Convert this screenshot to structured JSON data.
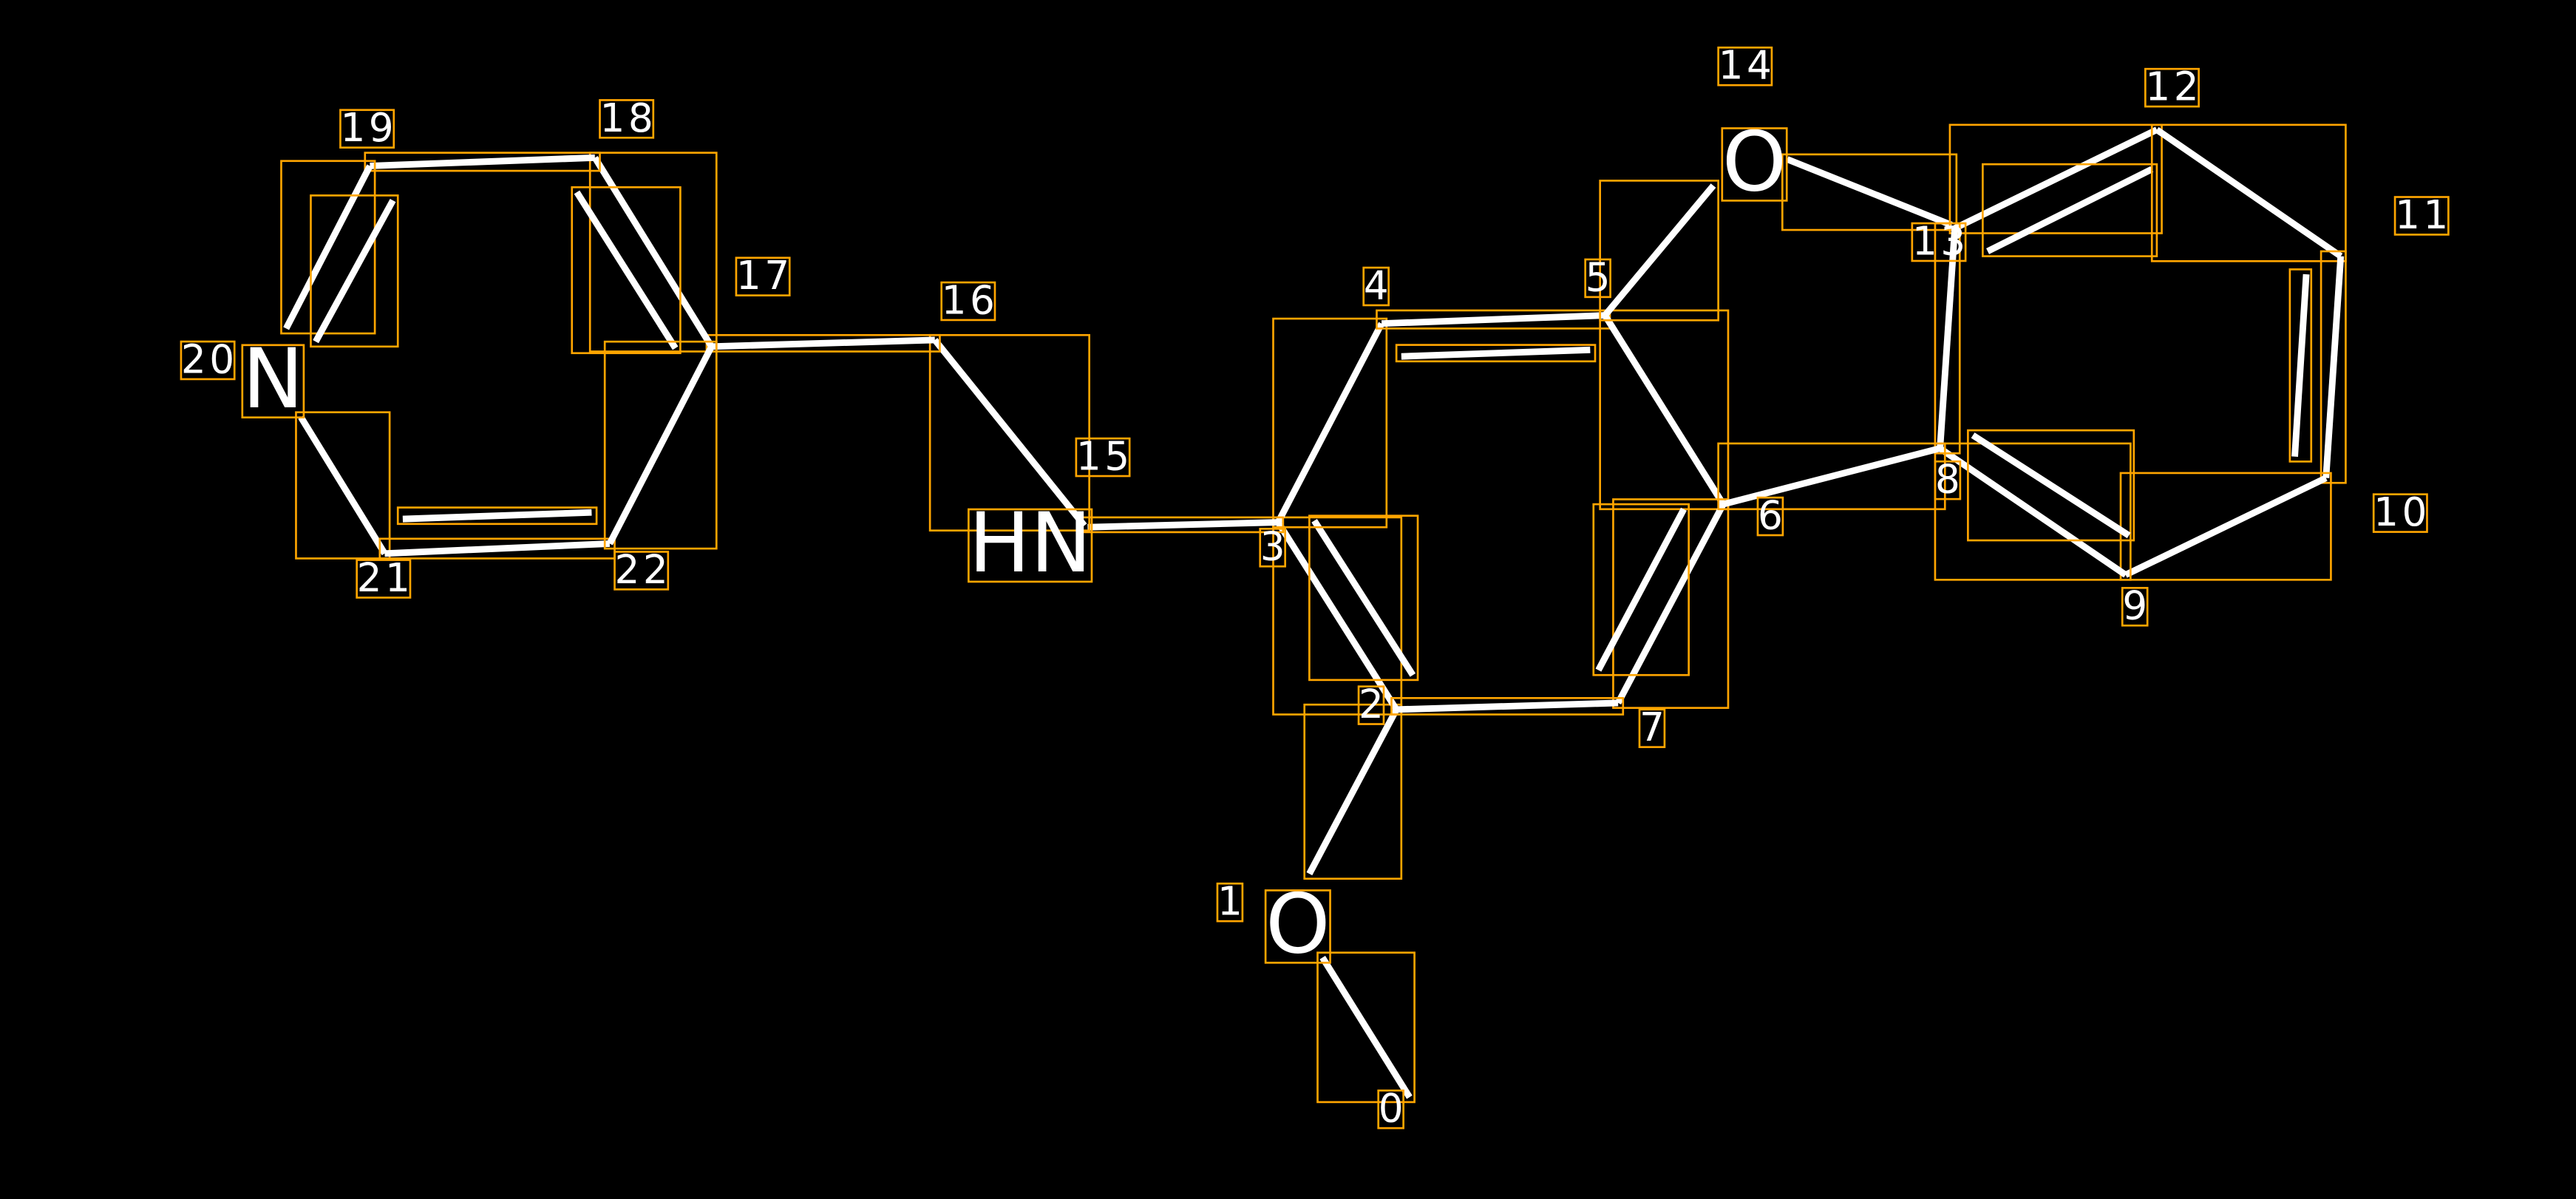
{
  "diagram": {
    "type": "molecule",
    "atom_labels": {
      "1": "O",
      "14": "O",
      "15": "HN",
      "20": "N"
    },
    "index_labels": [
      "0",
      "1",
      "2",
      "3",
      "4",
      "5",
      "6",
      "7",
      "8",
      "9",
      "10",
      "11",
      "12",
      "13",
      "14",
      "15",
      "16",
      "17",
      "18",
      "19",
      "20",
      "21",
      "22"
    ],
    "bonds": [
      {
        "a": 0,
        "b": 1,
        "order": 1
      },
      {
        "a": 1,
        "b": 2,
        "order": 1
      },
      {
        "a": 2,
        "b": 3,
        "order": 2
      },
      {
        "a": 3,
        "b": 4,
        "order": 1
      },
      {
        "a": 4,
        "b": 5,
        "order": 2
      },
      {
        "a": 5,
        "b": 6,
        "order": 1
      },
      {
        "a": 6,
        "b": 7,
        "order": 2
      },
      {
        "a": 7,
        "b": 2,
        "order": 1
      },
      {
        "a": 5,
        "b": 14,
        "order": 1
      },
      {
        "a": 14,
        "b": 13,
        "order": 1
      },
      {
        "a": 13,
        "b": 12,
        "order": 2
      },
      {
        "a": 12,
        "b": 11,
        "order": 1
      },
      {
        "a": 11,
        "b": 10,
        "order": 2
      },
      {
        "a": 10,
        "b": 9,
        "order": 1
      },
      {
        "a": 9,
        "b": 8,
        "order": 2
      },
      {
        "a": 8,
        "b": 13,
        "order": 1
      },
      {
        "a": 8,
        "b": 6,
        "order": 1
      },
      {
        "a": 3,
        "b": 15,
        "order": 1
      },
      {
        "a": 15,
        "b": 16,
        "order": 1
      },
      {
        "a": 16,
        "b": 17,
        "order": 1
      },
      {
        "a": 17,
        "b": 18,
        "order": 2
      },
      {
        "a": 18,
        "b": 19,
        "order": 1
      },
      {
        "a": 19,
        "b": 20,
        "order": 2
      },
      {
        "a": 20,
        "b": 21,
        "order": 1
      },
      {
        "a": 21,
        "b": 22,
        "order": 2
      },
      {
        "a": 22,
        "b": 17,
        "order": 1
      }
    ],
    "colors": {
      "background": "#000000",
      "bond": "#ffffff",
      "box": "#FFA500"
    }
  }
}
